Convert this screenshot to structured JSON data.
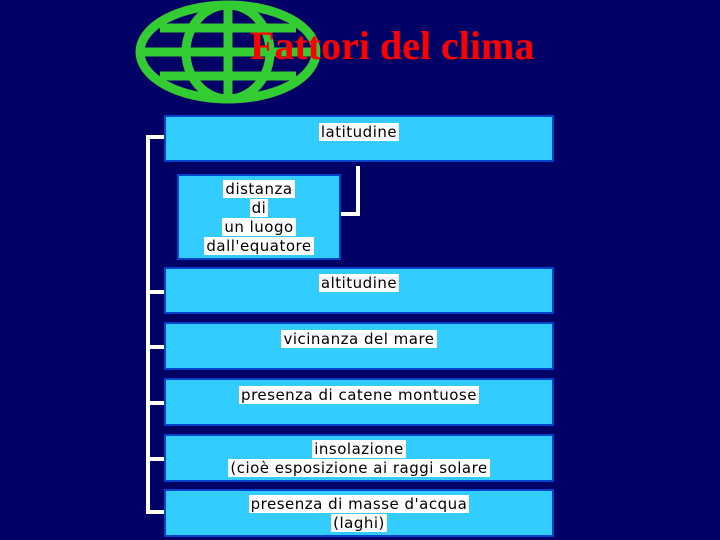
{
  "title": "Fattori del clima",
  "factors": [
    "latitudine",
    "distanza di un luogo dall'equatore",
    "altitudine",
    "vicinanza del mare",
    "presenza di catene montuose",
    "insolazione (cioè esposizione ai raggi solare",
    "presenza di masse d'acqua (laghi)"
  ],
  "lines": {
    "latitude": "latitudine",
    "distance_1": "distanza",
    "distance_2": "di",
    "distance_3": "un luogo",
    "distance_4": "dall'equatore",
    "altitude": "altitudine",
    "sea": "vicinanza del mare",
    "mountains": "presenza di catene montuose",
    "insolation_1": "insolazione",
    "insolation_2": "(cioè esposizione ai raggi solare",
    "water_1": "presenza di masse d'acqua",
    "water_2": "(laghi)"
  },
  "colors": {
    "background": "#000066",
    "title": "#ff0000",
    "box_fill": "#33ccff",
    "box_border": "#0044cc",
    "globe": "#33cc33",
    "bracket": "#ffffff"
  },
  "icons": {
    "logo": "globe-icon"
  }
}
